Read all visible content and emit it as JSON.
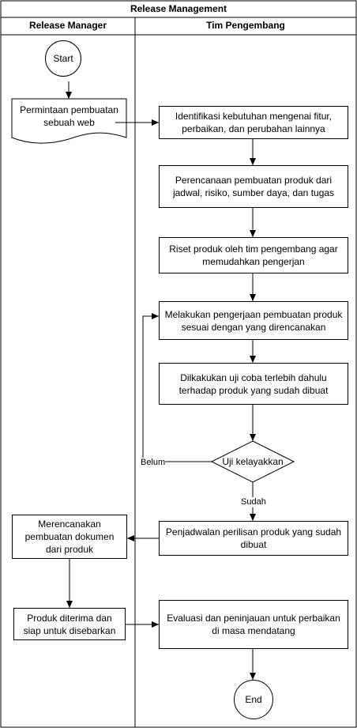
{
  "title": "Release Management",
  "lanes": {
    "left": "Release Manager",
    "right": "Tim Pengembang"
  },
  "nodes": {
    "start": "Start",
    "request": "Permintaan pembuatan sebuah web",
    "identify": "Identifikasi kebutuhan mengenai fitur, perbaikan, dan perubahan lainnya",
    "plan": "Perencanaan pembuatan produk dari jadwal, risiko, sumber daya, dan tugas",
    "research": "Riset produk oleh tim pengembang agar memudahkan pengerjan",
    "work": "Melakukan pengerjaan pembuatan produk sesuai dengan yang direncanakan",
    "test": "Dilkakukan uji coba terlebih dahulu terhadap produk yang sudah dibuat",
    "decision": "Uji kelayakkan",
    "schedule": "Penjadwalan perilisan produk yang sudah dibuat",
    "docs": "Merencanakan pembuatan dokumen dari produk",
    "accepted": "Produk diterima dan siap untuk disebarkan",
    "evaluate": "Evaluasi dan peninjauan untuk perbaikan di masa mendatang",
    "end": "End"
  },
  "edges": {
    "no": "Belum",
    "yes": "Sudah"
  }
}
